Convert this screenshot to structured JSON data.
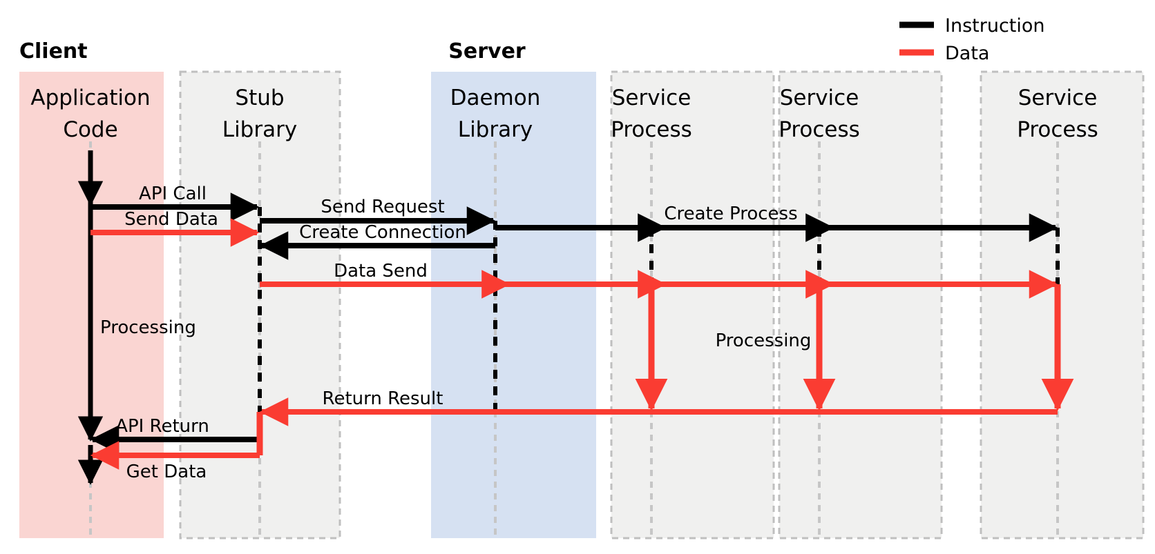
{
  "colors": {
    "instruction": "#000000",
    "data": "#fa3c32",
    "client_band": "#fad5d2",
    "server_band": "#d6e1f2",
    "lane_band": "#f0f0ef",
    "lane_border": "#bfbfbf",
    "background": "#ffffff"
  },
  "legend": {
    "items": [
      {
        "label": "Instruction",
        "color": "#000000"
      },
      {
        "label": "Data",
        "color": "#fa3c32"
      }
    ]
  },
  "groups": [
    {
      "id": "client",
      "label": "Client"
    },
    {
      "id": "server",
      "label": "Server"
    }
  ],
  "lanes": [
    {
      "id": "application-code",
      "line1": "Application",
      "line2": "Code",
      "band": "client"
    },
    {
      "id": "stub-library",
      "line1": "Stub",
      "line2": "Library",
      "band": "neutral"
    },
    {
      "id": "daemon-library",
      "line1": "Daemon",
      "line2": "Library",
      "band": "server"
    },
    {
      "id": "service-process-1",
      "line1": "Service",
      "line2": "Process",
      "band": "neutral"
    },
    {
      "id": "service-process-2",
      "line1": "Service",
      "line2": "Process",
      "band": "neutral"
    },
    {
      "id": "service-process-3",
      "line1": "Service",
      "line2": "Process",
      "band": "neutral"
    }
  ],
  "messages": [
    {
      "id": "api-call",
      "label": "API Call",
      "kind": "instruction",
      "from": "application-code",
      "to": "stub-library"
    },
    {
      "id": "send-data",
      "label": "Send Data",
      "kind": "data",
      "from": "application-code",
      "to": "stub-library"
    },
    {
      "id": "send-request",
      "label": "Send Request",
      "kind": "instruction",
      "from": "stub-library",
      "to": "daemon-library"
    },
    {
      "id": "create-connection",
      "label": "Create Connection",
      "kind": "instruction",
      "from": "daemon-library",
      "to": "stub-library"
    },
    {
      "id": "create-process",
      "label": "Create Process",
      "kind": "instruction",
      "from": "daemon-library",
      "to": "service-process-3"
    },
    {
      "id": "data-send",
      "label": "Data Send",
      "kind": "data",
      "from": "stub-library",
      "to": "service-process-3"
    },
    {
      "id": "return-result",
      "label": "Return Result",
      "kind": "data",
      "from": "daemon-library",
      "to": "stub-library"
    },
    {
      "id": "api-return",
      "label": "API Return",
      "kind": "instruction",
      "from": "stub-library",
      "to": "application-code"
    },
    {
      "id": "get-data",
      "label": "Get Data",
      "kind": "data",
      "from": "stub-library",
      "to": "application-code"
    }
  ],
  "activations": [
    {
      "id": "client-processing",
      "label": "Processing",
      "lane": "application-code",
      "kind": "instruction"
    },
    {
      "id": "service-processing",
      "label": "Processing",
      "lane": "service-process-2",
      "kind": "data"
    }
  ]
}
